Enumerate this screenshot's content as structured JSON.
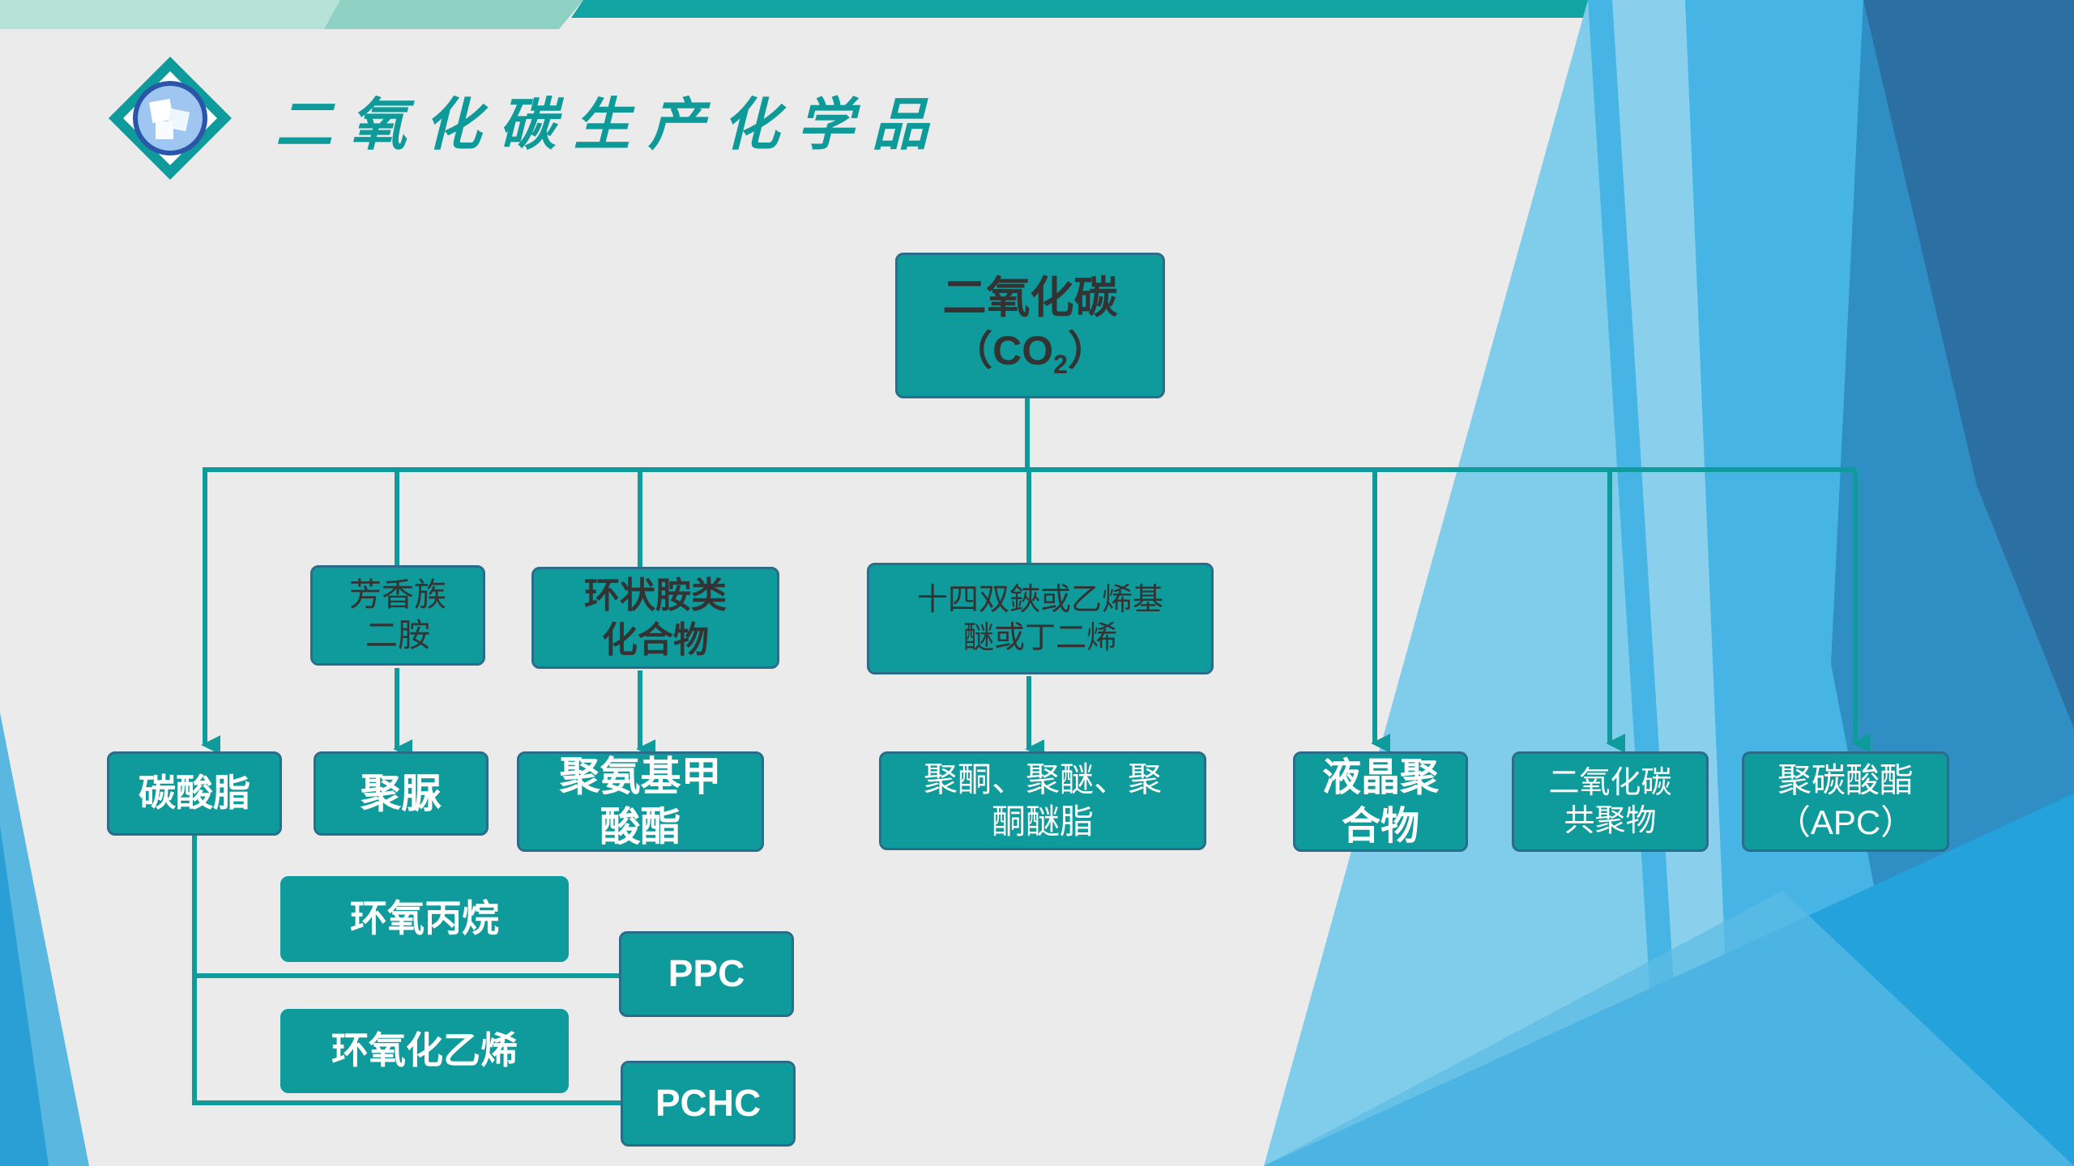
{
  "slide": {
    "title": "二氧化碳生产化学品",
    "logo_icon": "ice-cube-logo-icon"
  },
  "colors": {
    "teal": "#0f9b9b",
    "border": "#2b6c8a",
    "background": "#ebebeb",
    "accent_blue": "#2aa7dc"
  },
  "diagram": {
    "root": {
      "line1": "二氧化碳",
      "line2": "（CO",
      "sub": "2",
      "line2_end": "）"
    },
    "intermediates": {
      "aromatic_diamine": {
        "line1": "芳香族",
        "line2": "二胺"
      },
      "cyclic_amine": {
        "line1": "环状胺类",
        "line2": "化合物"
      },
      "diyne": {
        "line1": "十四双鋏或乙烯基",
        "line2": "醚或丁二烯"
      }
    },
    "products": {
      "carbonate": "碳酸脂",
      "polyurea": "聚脲",
      "polyurethane": {
        "line1": "聚氨基甲",
        "line2": "酸酯"
      },
      "polyketone": {
        "line1": "聚酮、聚醚、聚",
        "line2": "酮醚脂"
      },
      "liquid_crystal": {
        "line1": "液晶聚",
        "line2": "合物"
      },
      "copolymer": {
        "line1": "二氧化碳",
        "line2": "共聚物"
      },
      "apc": {
        "line1": "聚碳酸酯",
        "line2": "（APC）"
      }
    },
    "epoxides": {
      "propylene_oxide": "环氧丙烷",
      "ppc": "PPC",
      "cyclohexene_oxide": "环氧化乙烯",
      "pchc": "PCHC"
    }
  }
}
